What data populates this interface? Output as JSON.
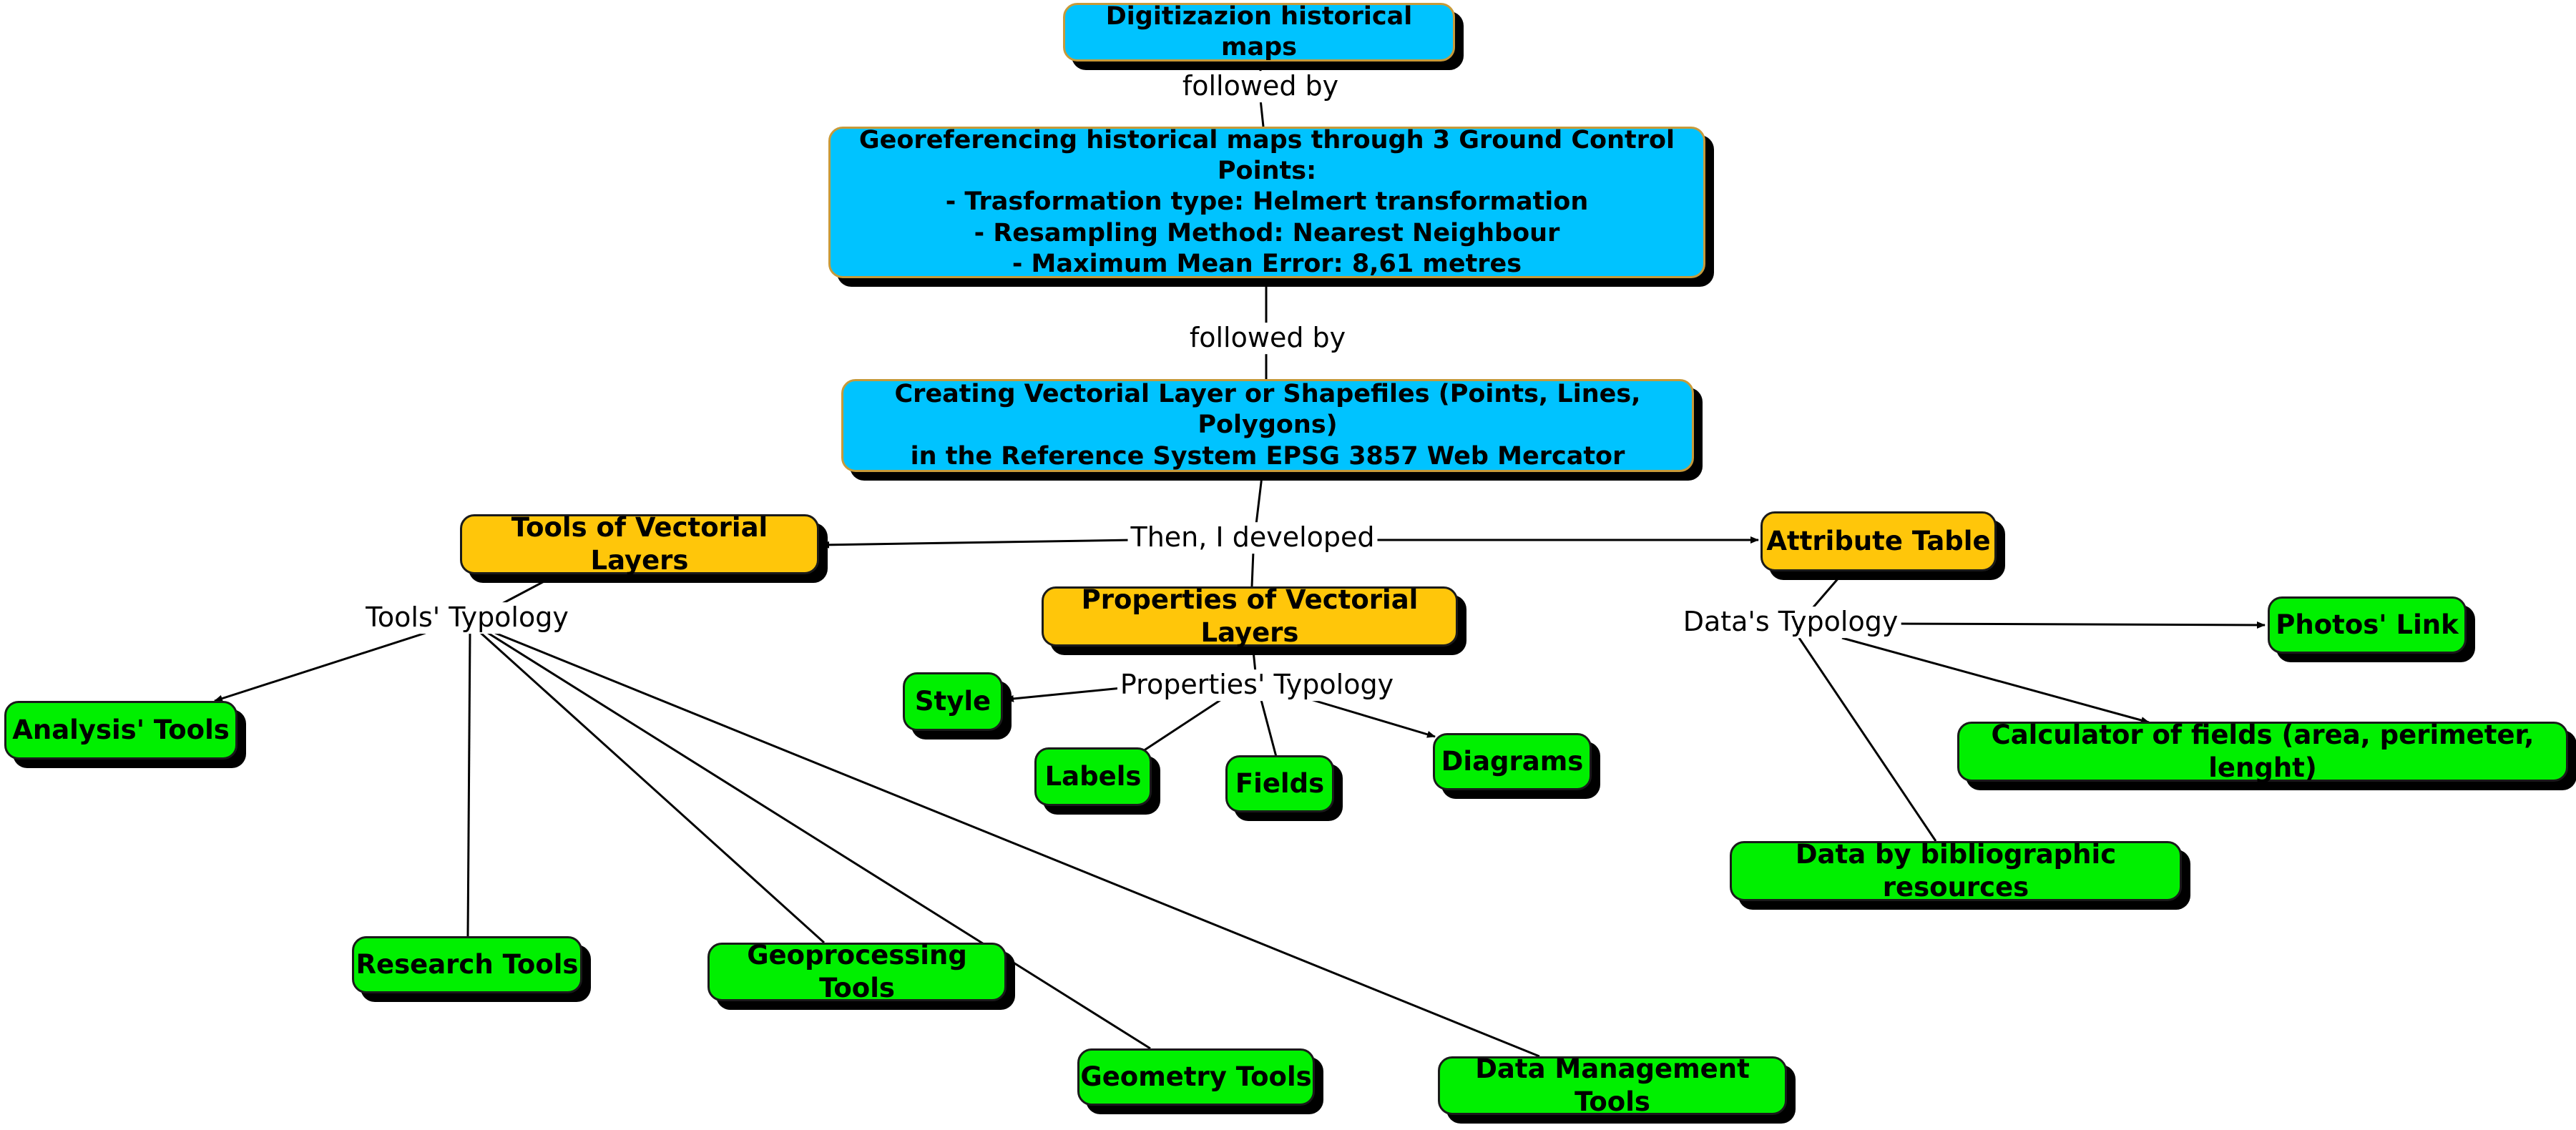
{
  "nodes": {
    "digitization": "Digitizazion historical maps",
    "georeferencing": "Georeferencing historical maps through 3 Ground Control Points:\n- Trasformation type: Helmert transformation\n- Resampling Method: Nearest Neighbour\n- Maximum Mean Error: 8,61 metres",
    "creating_layers": "Creating Vectorial Layer or Shapefiles (Points, Lines, Polygons)\nin the Reference System EPSG 3857 Web Mercator",
    "tools_vectorial": "Tools of Vectorial Layers",
    "properties_vectorial": "Properties of Vectorial Layers",
    "attribute_table": "Attribute Table",
    "analysis_tools": "Analysis' Tools",
    "research_tools": "Research Tools",
    "geoprocessing_tools": "Geoprocessing Tools",
    "geometry_tools": "Geometry Tools",
    "data_management_tools": "Data Management Tools",
    "style": "Style",
    "labels": "Labels",
    "fields": "Fields",
    "diagrams": "Diagrams",
    "photos_link": "Photos' Link",
    "calculator": "Calculator of fields (area, perimeter, lenght)",
    "bibliographic": "Data by bibliographic resources"
  },
  "links": {
    "followed_by_1": "followed by",
    "followed_by_2": "followed by",
    "then_developed": "Then, I developed",
    "tools_typology": "Tools' Typology",
    "properties_typology": "Properties' Typology",
    "data_typology": "Data's Typology"
  },
  "colors": {
    "process": "#00c3ff",
    "category": "#ffc60a",
    "leaf": "#00f000",
    "shadow": "#000000",
    "line": "#000000"
  }
}
